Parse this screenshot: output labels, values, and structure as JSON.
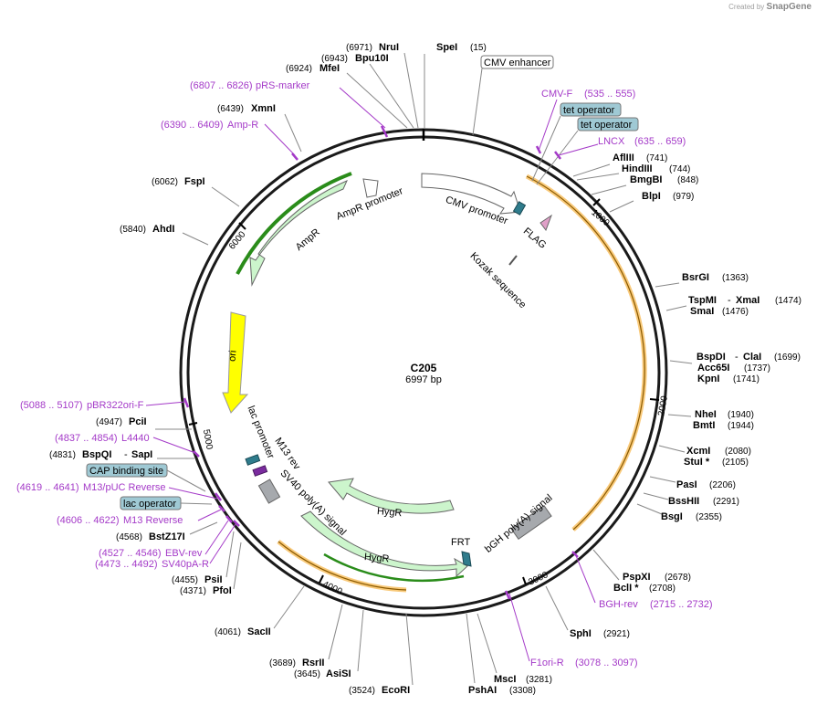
{
  "credit": {
    "prefix": "Created by",
    "brand": "SnapGene"
  },
  "plasmid": {
    "name": "C205",
    "size_label": "6997 bp"
  },
  "ruler_ticks": [
    "1000",
    "2000",
    "3000",
    "4000",
    "5000",
    "6000"
  ],
  "enzymes_right": [
    {
      "pos": "(15)",
      "name": "SpeI"
    },
    {
      "pos": "(741)",
      "name": "AflIII"
    },
    {
      "pos": "(744)",
      "name": "HindIII"
    },
    {
      "pos": "(848)",
      "name": "BmgBI"
    },
    {
      "pos": "(979)",
      "name": "BlpI"
    },
    {
      "pos": "(1363)",
      "name": "BsrGI"
    },
    {
      "pos": "(1474)",
      "name": "TspMI",
      "name2": "XmaI"
    },
    {
      "pos": "(1476)",
      "name": "SmaI"
    },
    {
      "pos": "(1699)",
      "name": "BspDI",
      "name2": "ClaI"
    },
    {
      "pos": "(1737)",
      "name": "Acc65I"
    },
    {
      "pos": "(1741)",
      "name": "KpnI"
    },
    {
      "pos": "(1940)",
      "name": "NheI"
    },
    {
      "pos": "(1944)",
      "name": "BmtI"
    },
    {
      "pos": "(2080)",
      "name": "XcmI"
    },
    {
      "pos": "(2105)",
      "name": "StuI *"
    },
    {
      "pos": "(2206)",
      "name": "PasI"
    },
    {
      "pos": "(2291)",
      "name": "BssHII"
    },
    {
      "pos": "(2355)",
      "name": "BsgI"
    },
    {
      "pos": "(2678)",
      "name": "PspXI"
    },
    {
      "pos": "(2708)",
      "name": "BclI *"
    },
    {
      "pos": "(2921)",
      "name": "SphI"
    },
    {
      "pos": "(3281)",
      "name": "MscI"
    },
    {
      "pos": "(3308)",
      "name": "PshAI"
    }
  ],
  "enzymes_left": [
    {
      "pos": "(6971)",
      "name": "NruI"
    },
    {
      "pos": "(6943)",
      "name": "Bpu10I"
    },
    {
      "pos": "(6924)",
      "name": "MfeI"
    },
    {
      "pos": "(6439)",
      "name": "XmnI"
    },
    {
      "pos": "(6062)",
      "name": "FspI"
    },
    {
      "pos": "(5840)",
      "name": "AhdI"
    },
    {
      "pos": "(4947)",
      "name": "PciI"
    },
    {
      "pos": "(4831)",
      "name": "BspQI",
      "name2": "SapI"
    },
    {
      "pos": "(4568)",
      "name": "BstZ17I"
    },
    {
      "pos": "(4455)",
      "name": "PsiI"
    },
    {
      "pos": "(4371)",
      "name": "PfoI"
    },
    {
      "pos": "(4061)",
      "name": "SacII"
    },
    {
      "pos": "(3689)",
      "name": "RsrII"
    },
    {
      "pos": "(3645)",
      "name": "AsiSI"
    },
    {
      "pos": "(3524)",
      "name": "EcoRI"
    }
  ],
  "primers": [
    {
      "range": "(6807 .. 6826)",
      "name": "pRS-marker"
    },
    {
      "range": "(6390 .. 6409)",
      "name": "Amp-R"
    },
    {
      "range": "(535 .. 555)",
      "name": "CMV-F"
    },
    {
      "range": "(635 .. 659)",
      "name": "LNCX"
    },
    {
      "range": "(5088 .. 5107)",
      "name": "pBR322ori-F"
    },
    {
      "range": "(4837 .. 4854)",
      "name": "L4440"
    },
    {
      "range": "(4619 .. 4641)",
      "name": "M13/pUC Reverse"
    },
    {
      "range": "(4606 .. 4622)",
      "name": "M13 Reverse"
    },
    {
      "range": "(4527 .. 4546)",
      "name": "EBV-rev"
    },
    {
      "range": "(4473 .. 4492)",
      "name": "SV40pA-R"
    },
    {
      "range": "(2715 .. 2732)",
      "name": "BGH-rev"
    },
    {
      "range": "(3078 .. 3097)",
      "name": "F1ori-R"
    }
  ],
  "boxed_labels": {
    "cmv_enhancer": "CMV enhancer",
    "tet_operator_1": "tet operator",
    "tet_operator_2": "tet operator",
    "cap_binding_site": "CAP binding site",
    "lac_operator": "lac operator"
  },
  "features": {
    "cmv_promoter": "CMV promoter",
    "flag": "FLAG",
    "kozak": "Kozak sequence",
    "ampr_promoter": "AmpR promoter",
    "ampr": "AmpR",
    "ori": "ori",
    "lac_promoter": "lac promoter",
    "m13_rev": "M13 rev",
    "sv40_polya": "SV40 poly(A) signal",
    "hygr_1": "HygR",
    "hygr_2": "HygR",
    "frt": "FRT",
    "bgh_polya": "bGH poly(A) signal"
  },
  "colors": {
    "backbone": "#1a1a1a",
    "primer": "#a43ac8",
    "orange_region": "#f5a623",
    "ampr_fill": "#ccf5cc",
    "ori_fill": "#ffff00",
    "box_fill": "#9fc9d4",
    "polya_fill": "#a6a9ad",
    "promoter_fill": "#ffffff",
    "tet_fill": "#2f7c8c"
  }
}
